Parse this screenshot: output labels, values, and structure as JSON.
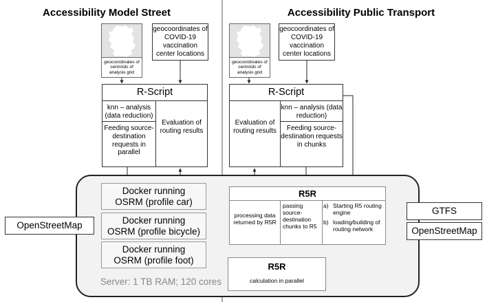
{
  "left": {
    "title": "Accessibility Model Street",
    "grid_caption": "geocoordinates of centroids of analysis grid",
    "vacc_label": "geocoordinates of COVID-19 vaccination center locations",
    "rscript": {
      "title": "R-Script",
      "knn": "knn – analysis (data reduction)",
      "feeding": "Feeding source-destination requests in parallel",
      "evaluation": "Evaluation of routing results"
    }
  },
  "right": {
    "title": "Accessibility Public Transport",
    "grid_caption": "geocoordinates of centroids of analysis grid",
    "vacc_label": "geocoordinates of COVID-19 vaccination center locations",
    "rscript": {
      "title": "R-Script",
      "evaluation": "Evaluation of routing results",
      "knn": "knn – analysis (data reduction)",
      "feeding": "Feeding source-destination requests in chunks"
    }
  },
  "server": {
    "label": "Server: 1 TB RAM; 120 cores",
    "docker": [
      {
        "line1": "Docker running",
        "line2": "OSRM (profile car)"
      },
      {
        "line1": "Docker running",
        "line2": "OSRM (profile bicycle)"
      },
      {
        "line1": "Docker running",
        "line2": "OSRM (profile foot)"
      }
    ],
    "r5r_main": {
      "title": "R5R",
      "processing": "processing data returned by R5R",
      "passing": "passing source-destination chunks to R5",
      "step_a_marker": "a)",
      "step_a": "Starting R5 routing engine",
      "step_b_marker": "b)",
      "step_b": "loading/building of routing network"
    },
    "r5r_calc": {
      "title": "R5R",
      "subtitle": "calculation in parallel"
    }
  },
  "inputs": {
    "osm_left": "OpenStreetMap",
    "gtfs": "GTFS",
    "osm_right": "OpenStreetMap"
  }
}
